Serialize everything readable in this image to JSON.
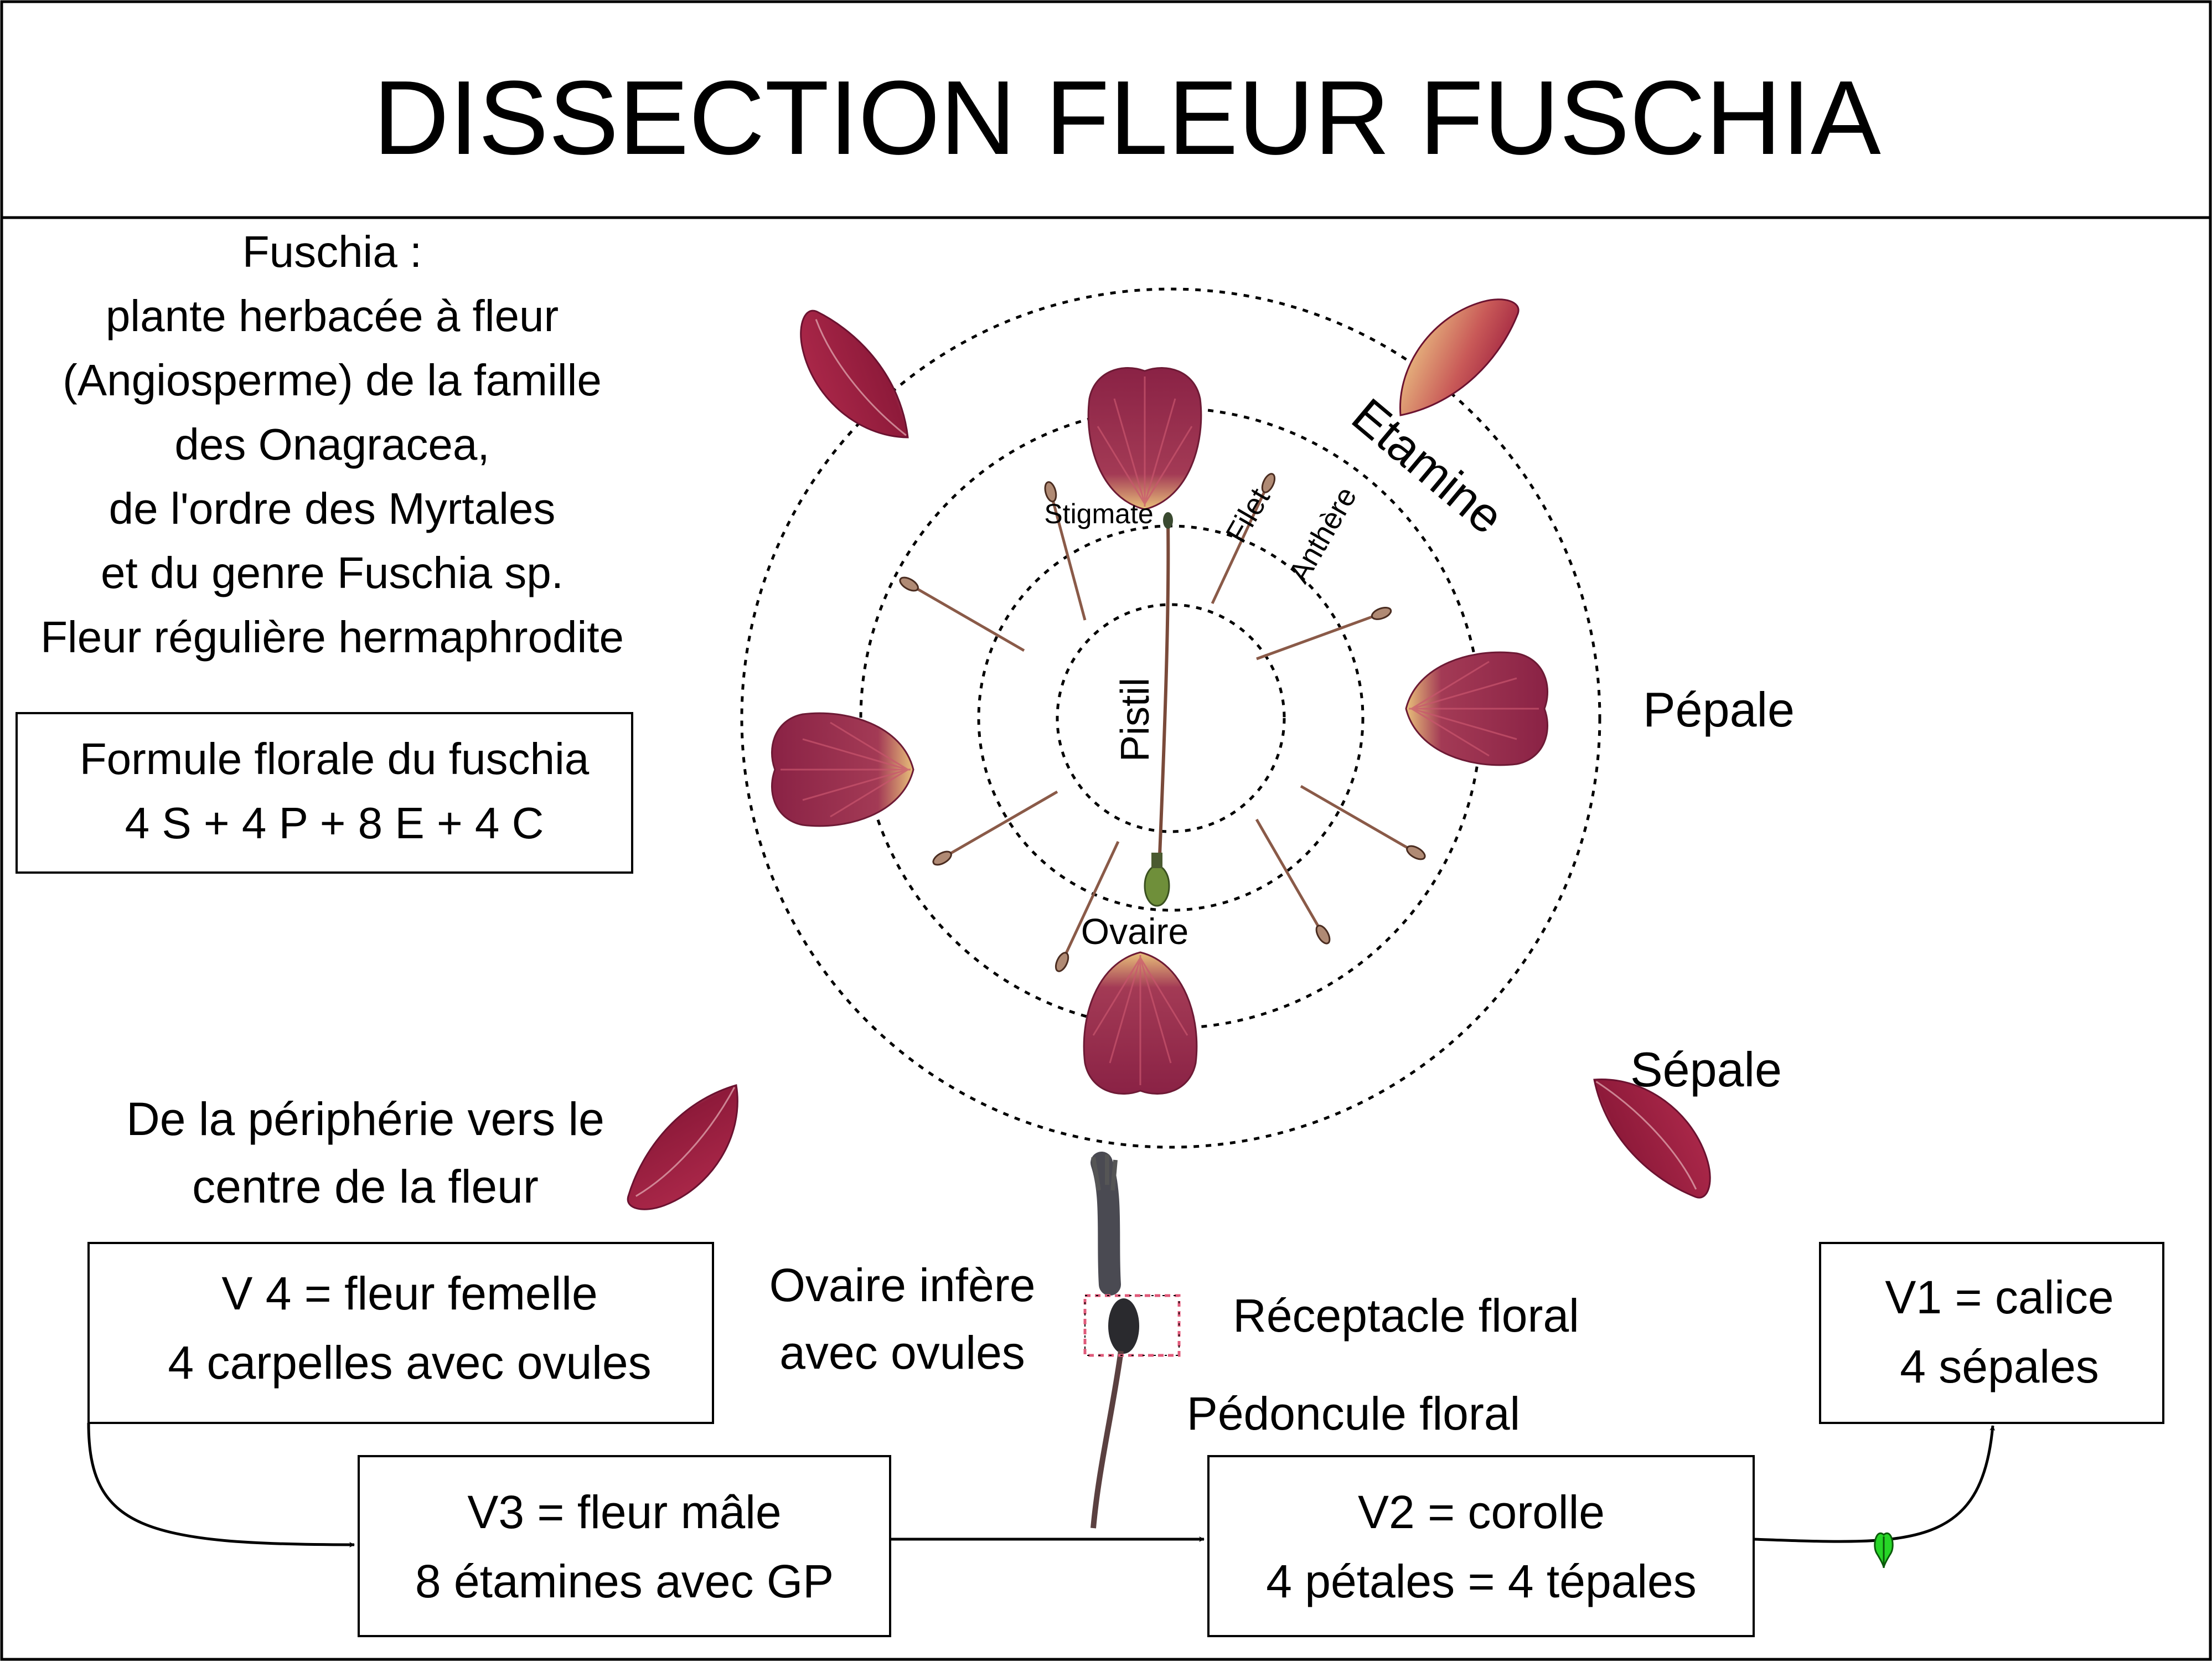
{
  "title": "DISSECTION FLEUR FUSCHIA",
  "description": {
    "lines": [
      "Fuschia :",
      "plante herbacée à fleur",
      "(Angiosperme) de la famille",
      "des Onagracea,",
      "de l'ordre des Myrtales",
      "et du genre Fuschia sp.",
      "Fleur régulière hermaphrodite"
    ]
  },
  "formula": {
    "title": "Formule florale du fuschia",
    "value": "4 S + 4 P + 8 E + 4 C"
  },
  "direction_note": [
    "De la périphérie vers le",
    "centre de la fleur"
  ],
  "diagram_labels": {
    "etamine": "Etamine",
    "filet": "Filet",
    "anthere": "Anthère",
    "stigmate": "Stigmate",
    "pistil": "Pistil",
    "ovaire": "Ovaire",
    "pepale": "Pépale",
    "sepale": "Sépale"
  },
  "side_view_labels": {
    "ovaire_infere": [
      "Ovaire infère",
      "avec ovules"
    ],
    "receptacle": "Réceptacle floral",
    "pedoncule": "Pédoncule floral"
  },
  "whorls": {
    "v4": [
      "V 4 = fleur femelle",
      "4 carpelles avec ovules"
    ],
    "v3": [
      "V3 = fleur mâle",
      "8 étamines avec GP"
    ],
    "v2": [
      "V2 = corolle",
      "4 pétales = 4 tépales"
    ],
    "v1": [
      "V1 = calice",
      "4 sépales"
    ]
  },
  "colors": {
    "sepal": "#9e1f3f",
    "petal": "#8a2245",
    "petal_base": "#e8c07a",
    "stamen": "#8a5a48",
    "ovary": "#6f8f3a",
    "heart_marker": "#27d627",
    "receptacle_box": "#e05a7a"
  }
}
